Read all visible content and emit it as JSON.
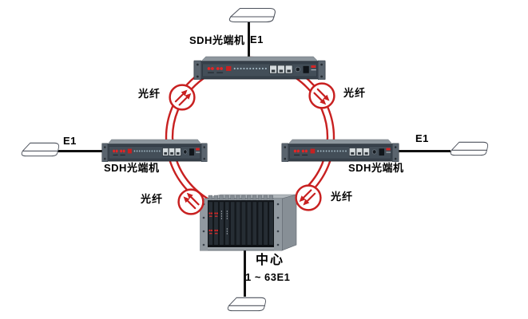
{
  "diagram": {
    "type": "sdh-optical-ring-network",
    "labels": {
      "sdh_terminal": "SDH光端机",
      "e1": "E1",
      "fiber": "光纤",
      "center": "中心",
      "center_capacity": "1 ~ 63E1"
    },
    "ring": {
      "fiber_label": "光纤",
      "direction": "clockwise",
      "indicator_count": 4
    },
    "nodes": [
      {
        "id": "top",
        "device": "SDH光端机",
        "tail_link": "E1"
      },
      {
        "id": "left",
        "device": "SDH光端机",
        "tail_link": "E1"
      },
      {
        "id": "right",
        "device": "SDH光端机",
        "tail_link": "E1"
      },
      {
        "id": "center",
        "device": "中心",
        "tail_link": "1 ~ 63E1"
      }
    ],
    "colors": {
      "ring_red": "#c82020",
      "led_red": "#e02424",
      "device_panel": "#39434d",
      "rack_frame": "#9ba2a8",
      "cable_black": "#111111"
    }
  }
}
